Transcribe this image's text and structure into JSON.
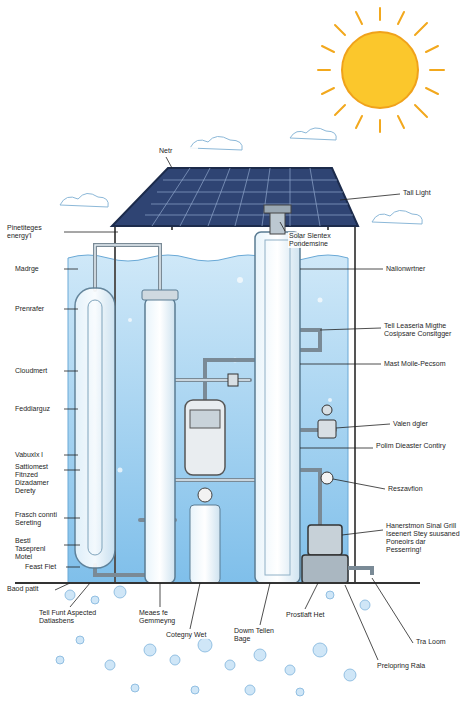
{
  "diagram": {
    "labels": [
      "Netr",
      "Tall Light",
      "Pinetiteges energy'l",
      "Solar Slentex Pondemsine",
      "Madrge",
      "Nalionwrtner",
      "Prenrafer",
      "Tell Leaseria Migthe Cosipsare Consitgger",
      "Mast Moile-Pecsom",
      "Cloudmert",
      "Feddiarguz",
      "Valen dgler",
      "Polim Dieaster Contiry",
      "Vabuxlx l",
      "Sattiomest Fitnzed Dizadamer Derety",
      "Reszavfion",
      "Frasch connti Sereting",
      "Hanerstmon Sinal Grill Iseenert Stey suusaned Poneoirs dar Pesserring!",
      "Bestl Taseprenl Motel",
      "Feast Fiet",
      "Baod patlt",
      "Tell Funt Aspected Datiasbens",
      "Meaes fe Gemmeyng",
      "Cotegny Wet",
      "Dowm Tellen Bage",
      "Prostlaft Het",
      "Tra Loom",
      "Prelopring Rala"
    ]
  }
}
